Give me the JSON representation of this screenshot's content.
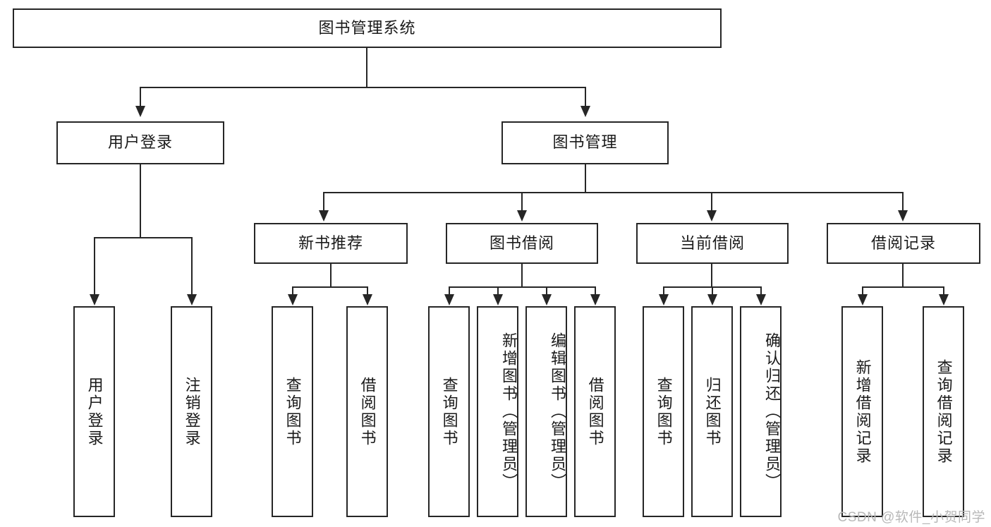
{
  "diagram": {
    "title": "图书管理系统",
    "type": "tree-hierarchy-diagram",
    "root": {
      "label": "图书管理系统"
    },
    "level2": [
      {
        "label": "用户登录"
      },
      {
        "label": "图书管理"
      }
    ],
    "level3": [
      {
        "label": "新书推荐"
      },
      {
        "label": "图书借阅"
      },
      {
        "label": "当前借阅"
      },
      {
        "label": "借阅记录"
      }
    ],
    "leaves": {
      "user_login": [
        {
          "label": "用户登录"
        },
        {
          "label": "注销登录"
        }
      ],
      "new_book_recommend": [
        {
          "label": "查询图书"
        },
        {
          "label": "借阅图书"
        }
      ],
      "book_borrow": [
        {
          "label": "查询图书"
        },
        {
          "label": "新增图书（管理员）"
        },
        {
          "label": "编辑图书（管理员）"
        },
        {
          "label": "借阅图书"
        }
      ],
      "current_borrow": [
        {
          "label": "查询图书"
        },
        {
          "label": "归还图书"
        },
        {
          "label": "确认归还（管理员）"
        }
      ],
      "borrow_record": [
        {
          "label": "新增借阅记录"
        },
        {
          "label": "查询借阅记录"
        }
      ]
    }
  },
  "watermark": {
    "text": "CSDN @软件_小贺同学",
    "color": "#b8b8b8"
  },
  "colors": {
    "stroke": "#262626",
    "background": "#ffffff",
    "text": "#1a1a1a"
  }
}
